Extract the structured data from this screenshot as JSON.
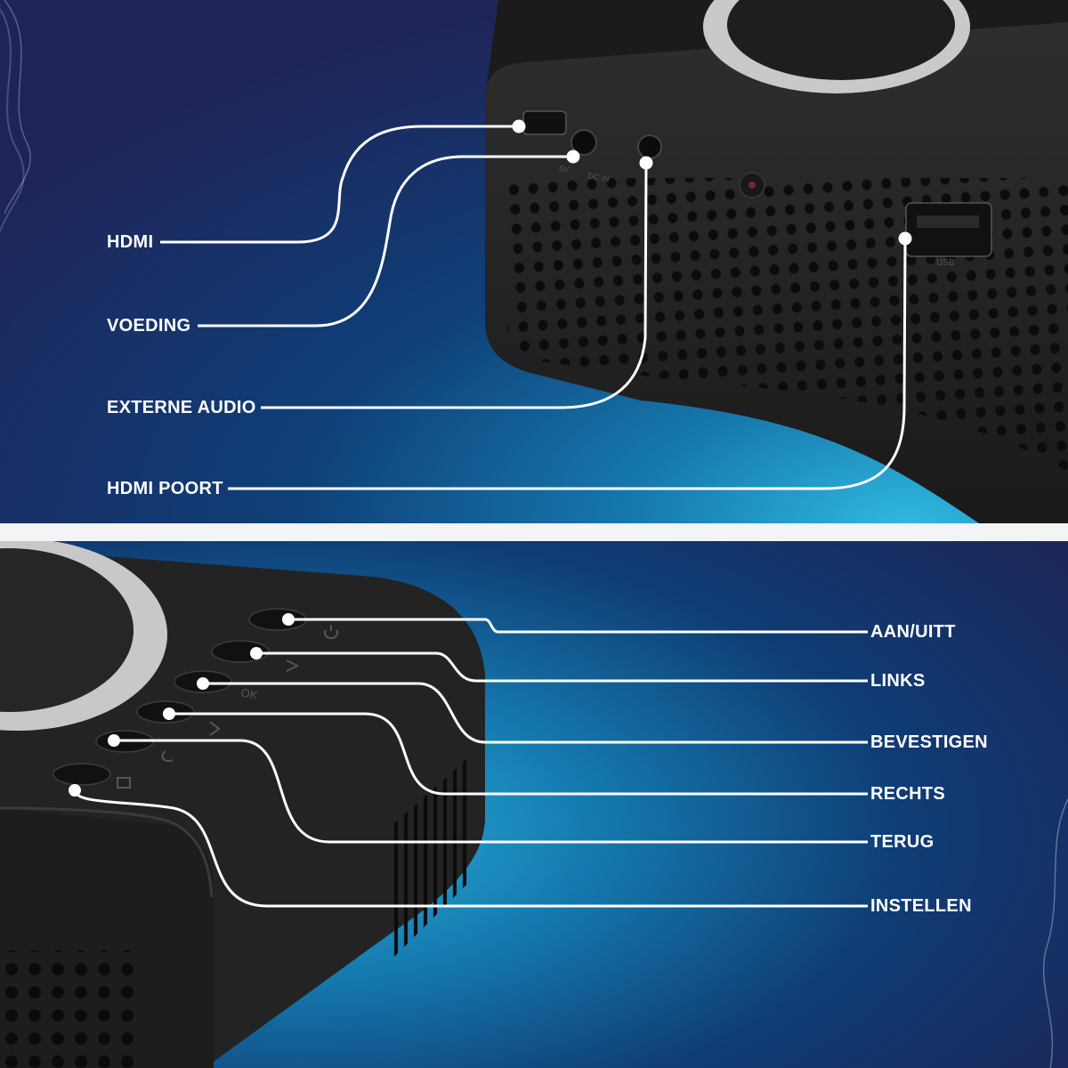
{
  "top_panel": {
    "labels": [
      "HDMI",
      "VOEDING",
      "EXTERNE AUDIO",
      "HDMI POORT"
    ],
    "port_markings": [
      "USB",
      "DC IN",
      "5V"
    ]
  },
  "bottom_panel": {
    "labels": [
      "AAN/UITT",
      "LINKS",
      "BEVESTIGEN",
      "RECHTS",
      "TERUG",
      "INSTELLEN"
    ],
    "button_markings": [
      "OK"
    ]
  },
  "colors": {
    "background_dark": "#1d2558",
    "background_accent": "#2aa9d8",
    "device_body": "#232323",
    "callout_line": "#ffffff"
  },
  "icons": [
    "power-icon",
    "chevron-left-icon",
    "chevron-right-icon",
    "back-icon",
    "settings-icon"
  ]
}
